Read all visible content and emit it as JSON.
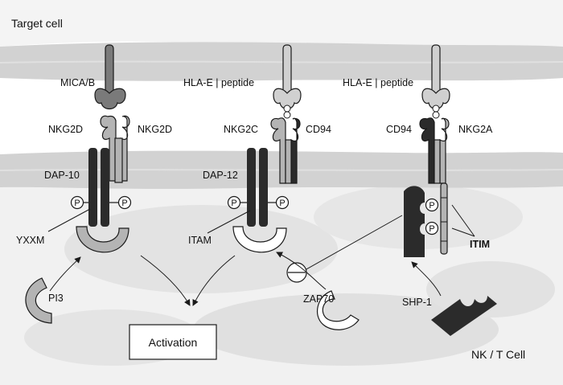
{
  "labels": {
    "target_cell": "Target cell",
    "nk_t_cell": "NK  / T Cell",
    "activation": "Activation",
    "mica_b": "MICA/B",
    "hla_e_1": "HLA-E | peptide",
    "hla_e_2": "HLA-E | peptide",
    "nkg2d_left": "NKG2D",
    "nkg2d_right": "NKG2D",
    "nkg2c": "NKG2C",
    "cd94_mid": "CD94",
    "cd94_right": "CD94",
    "nkg2a": "NKG2A",
    "dap10": "DAP-10",
    "dap12": "DAP-12",
    "yxxm": "YXXM",
    "itam": "ITAM",
    "itim": "ITIM",
    "pi3": "PI3",
    "zap70": "ZAP70",
    "shp1": "SHP-1",
    "phospho": "P"
  },
  "colors": {
    "membrane": "#d2d2d2",
    "cytoplasm": "#e6e6e6",
    "blob": "#d9d9d9",
    "dark": "#2b2b2b",
    "medium": "#7a7a7a",
    "light": "#b4b4b4",
    "pale": "#d0d0d0",
    "stroke": "#1a1a1a"
  }
}
